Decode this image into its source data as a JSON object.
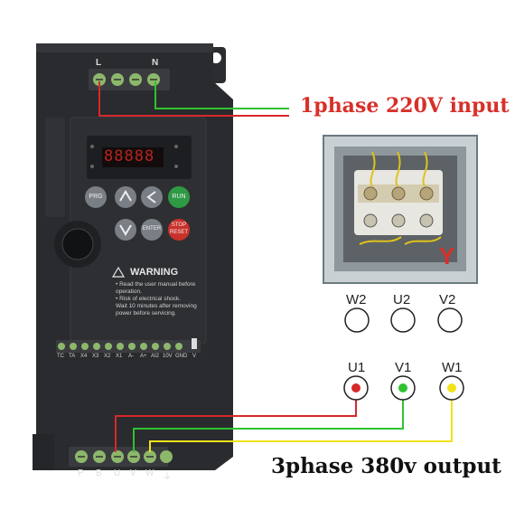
{
  "title_input": "1phase 220V input",
  "title_output": "3phase 380v output",
  "inverter": {
    "input_terminals": [
      "L",
      "N"
    ],
    "output_terminals": [
      "P",
      "B",
      "U",
      "V",
      "W",
      "⏚"
    ],
    "control_terminals": [
      "TC",
      "TA",
      "X4",
      "X3",
      "X2",
      "X1",
      "A-",
      "A+",
      "AI2",
      "10V",
      "GND",
      "V"
    ],
    "display": "88888",
    "keys": {
      "prg": "PRG",
      "run": "RUN",
      "enter": "ENTER",
      "stop": "STOP",
      "reset": "RESET"
    },
    "warning": {
      "title": "WARNING",
      "lines": [
        "• Read the user manual before",
        "  operation.",
        "• Risk of electrical shock.",
        "  Wait 10 minutes after removing",
        "  power before servicing."
      ]
    }
  },
  "motor": {
    "star_label": "Y",
    "top_terminals": [
      "W2",
      "U2",
      "V2"
    ],
    "bottom_terminals": [
      "U1",
      "V1",
      "W1"
    ]
  },
  "colors": {
    "wire_red": "#d8282a",
    "wire_green": "#2fc22f",
    "wire_yellow": "#f2e21a",
    "title_red": "#d8302a",
    "inverter_body": "#2a2b2e"
  }
}
